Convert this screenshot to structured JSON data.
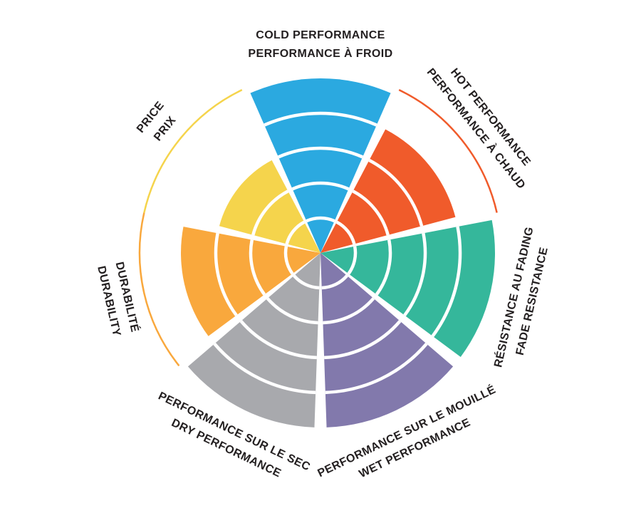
{
  "page": {
    "background_color": "#ffffff",
    "text_color": "#231F20"
  },
  "chart_data": {
    "type": "pie",
    "variant": "radial-rating-wheel",
    "title": "",
    "max_value": 5,
    "ring_count": 5,
    "grid": true,
    "legend_position": "around",
    "sectors": [
      {
        "id": "cold",
        "lines": [
          "COLD PERFORMANCE",
          "PERFORMANCE À FROID"
        ],
        "value": 5,
        "color": "#2BA9E0",
        "max_arc": false
      },
      {
        "id": "hot",
        "lines": [
          "HOT PERFORMANCE",
          "PERFORMANCE À CHAUD"
        ],
        "value": 4,
        "color": "#F05B2B",
        "max_arc": true
      },
      {
        "id": "fade",
        "lines": [
          "RÉSISTANCE AU FADING",
          "FADE RESISTANCE"
        ],
        "value": 5,
        "color": "#35B79B",
        "max_arc": false
      },
      {
        "id": "wet",
        "lines": [
          "PERFORMANCE SUR LE MOUILLÉ",
          "WET PERFORMANCE"
        ],
        "value": 5,
        "color": "#8279AC",
        "max_arc": false
      },
      {
        "id": "dry",
        "lines": [
          "PERFORMANCE SUR LE SEC",
          "DRY PERFORMANCE"
        ],
        "value": 5,
        "color": "#A8A9AD",
        "max_arc": false
      },
      {
        "id": "durability",
        "lines": [
          "DURABILITÉ",
          "DURABILITY"
        ],
        "value": 4,
        "color": "#F9A83D",
        "max_arc": true
      },
      {
        "id": "price",
        "lines": [
          "PRICE",
          "PRIX"
        ],
        "value": 3,
        "color": "#F5D44C",
        "max_arc": true
      }
    ]
  }
}
